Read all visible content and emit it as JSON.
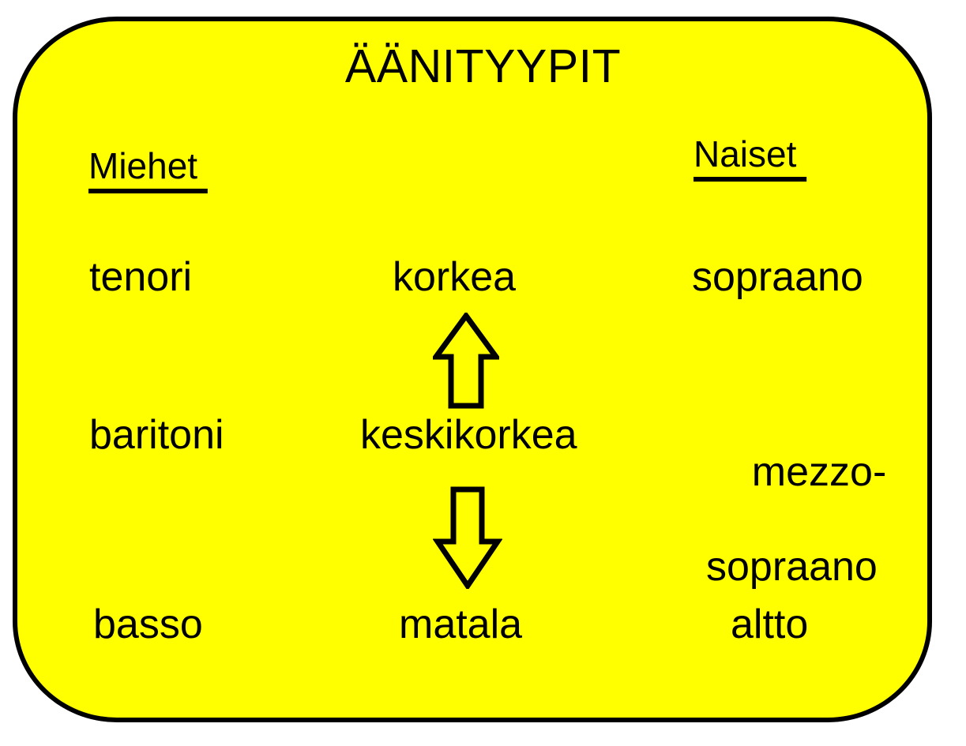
{
  "slide": {
    "title": "ÄÄNITYYPIT",
    "panel": {
      "fill_color": "#FFFF00",
      "border_color": "#000000"
    },
    "columns": {
      "men_heading": "Miehet ",
      "middle_heading": "",
      "women_heading": "Naiset "
    },
    "rows": [
      {
        "range_label": "korkea",
        "male_voice": "tenori",
        "female_voice": "sopraano"
      },
      {
        "range_label": "keskikorkea",
        "male_voice": "baritoni",
        "female_voice_line1": "mezzo-",
        "female_voice_line2": "sopraano"
      },
      {
        "range_label": "matala",
        "male_voice": "basso",
        "female_voice": "altto"
      }
    ],
    "arrows": [
      {
        "name": "arrow-up-icon",
        "direction": "up"
      },
      {
        "name": "arrow-down-icon",
        "direction": "down"
      }
    ]
  }
}
